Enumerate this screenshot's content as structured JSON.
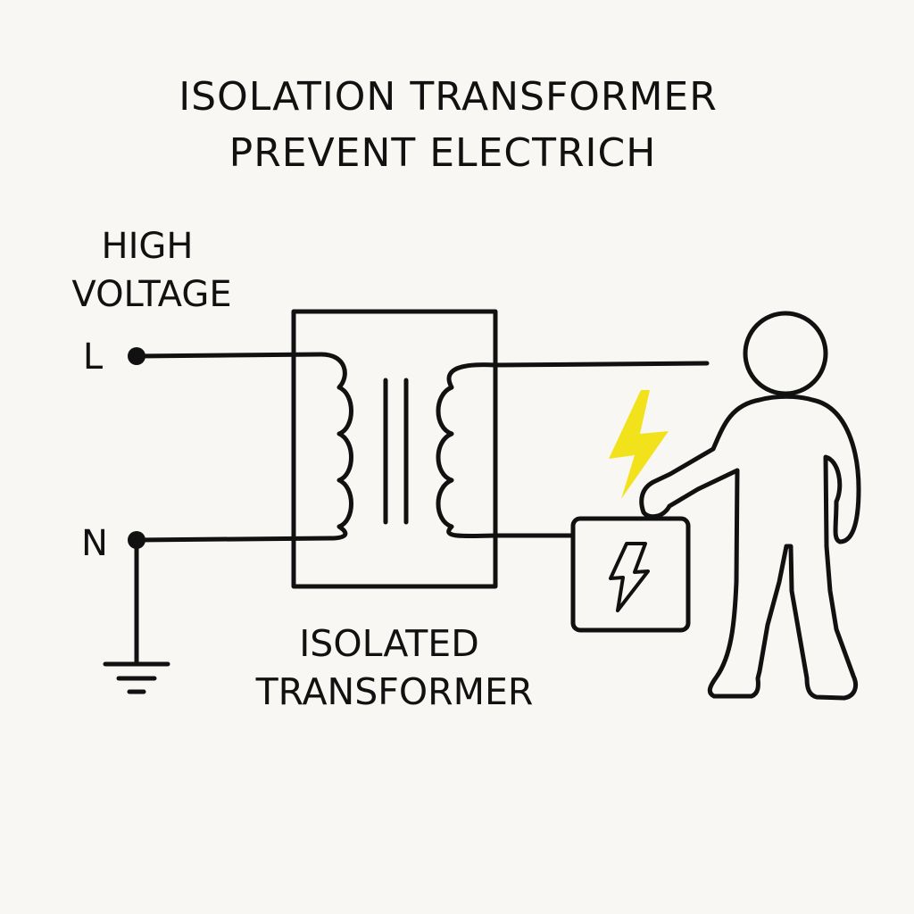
{
  "title": {
    "line1": "ISOLATION TRANSFORMER",
    "line2": "PREVENT ELECTRICH"
  },
  "source": {
    "line1": "HIGH",
    "line2": "VOLTAGE"
  },
  "terminals": {
    "live": "L",
    "neutral": "N"
  },
  "caption": {
    "line1": "ISOLATED",
    "line2": "TRANSFORMER"
  },
  "colors": {
    "line": "#111111",
    "background": "#f8f7f3",
    "bolt": "#f2e21c"
  },
  "icons": [
    "ground-symbol-icon",
    "lightning-bolt-icon",
    "appliance-box-icon",
    "person-icon"
  ]
}
